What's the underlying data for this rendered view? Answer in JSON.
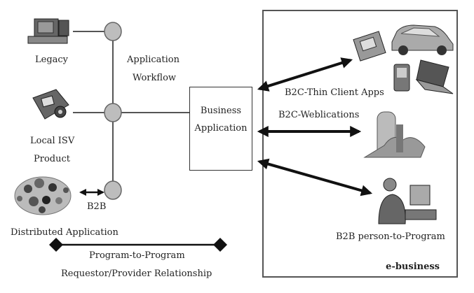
{
  "left": {
    "legacy": "Legacy",
    "local_isv_line1": "Local ISV",
    "local_isv_line2": "Product",
    "b2b": "B2B",
    "distributed_application": "Distributed Application",
    "application_workflow_line1": "Application",
    "application_workflow_line2": "Workflow"
  },
  "center": {
    "business_line1": "Business",
    "business_line2": "Application"
  },
  "ebusiness": {
    "title": "e-business",
    "b2c_thin": "B2C-Thin Client Apps",
    "b2c_web": "B2C-Weblications",
    "b2b_person": "B2B person-to-Program"
  },
  "bottom": {
    "line1": "Program-to-Program",
    "line2": "Requestor/Provider Relationship"
  },
  "icons": [
    "legacy-terminal-icon",
    "isv-product-icon",
    "distributed-network-icon",
    "car-icon",
    "pda-icon",
    "laptop-icon",
    "kiosk-icon",
    "person-computer-icon"
  ]
}
